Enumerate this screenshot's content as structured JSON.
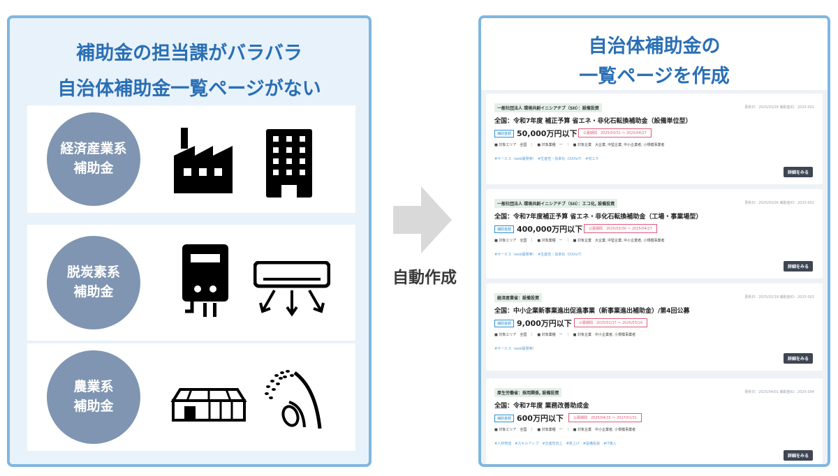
{
  "left": {
    "title_line1": "補助金の担当課がバラバラ",
    "title_line2": "自治体補助金一覧ページがない",
    "categories": [
      {
        "line1": "経済産業系",
        "line2": "補助金",
        "icons": [
          "factory-icon",
          "office-building-icon"
        ]
      },
      {
        "line1": "脱炭素系",
        "line2": "補助金",
        "icons": [
          "water-heater-icon",
          "air-conditioner-icon"
        ]
      },
      {
        "line1": "農業系",
        "line2": "補助金",
        "icons": [
          "greenhouse-icon",
          "rice-plant-icon"
        ]
      }
    ]
  },
  "arrow_label": "自動作成",
  "right": {
    "title_line1": "自治体補助金の",
    "title_line2": "一覧ページを作成",
    "cards": [
      {
        "tag": "一般社団法人 環境共創イニシアチブ（SII）：設備投資",
        "meta": "更新日：2025/03/26 補助金ID：2025-001",
        "title": "全国：令和7年度 補正予算 省エネ・非化石転換補助金（設備単位型）",
        "kind": "補助金額",
        "amount": "50,000万円以下",
        "period": "公募期間　2025/03/31 ～ 2025/04/27",
        "info": "■ 対象エリア　全国　｜　■ 対象業種　ー　｜　■ 対象企業　大企業, 中堅企業, 中小企業者, 小規模事業者",
        "links": "#サービス（web開発等）　#生産性・効率化（DX/IoT）　#省エネ",
        "button": "詳細をみる"
      },
      {
        "tag": "一般社団法人 環境共創イニシアチブ（SII）：エコ化, 設備投資",
        "meta": "更新日：2025/03/26 補助金ID：2025-002",
        "title": "全国：令和7年度補正予算 省エネ・非化石転換補助金（工場・事業場型）",
        "kind": "補助金額",
        "amount": "400,000万円以下",
        "period": "公募期間　2025/03/30 ～ 2025/04/27",
        "info": "■ 対象エリア　全国　｜　■ 対象業種　ー　｜　■ 対象企業　大企業, 中堅企業, 中小企業者, 小規模事業者",
        "links": "#サービス（web開発等）　#生産性・効率化（DX/IoT）",
        "button": "詳細をみる"
      },
      {
        "tag": "経済産業省：設備投資",
        "meta": "更新日：2025/02/18 補助金ID：2025-003",
        "title": "全国：中小企業新事業進出促進事業（新事業進出補助金）/第4回公募",
        "kind": "補助金額",
        "amount": "9,000万円以下",
        "period": "公募期間　2025/02/17 ～ 2025/03/19",
        "info": "■ 対象エリア　全国　｜　■ 対象業種　ー　｜　■ 対象企業　中小企業者, 小規模事業者",
        "links": "#サービス（web開発等）",
        "button": "詳細をみる"
      },
      {
        "tag": "厚生労働省：採用関係, 設備投資",
        "meta": "更新日：2025/04/01 補助金ID：2025-004",
        "title": "全国：令和7年度 業務改善助成金",
        "kind": "補助金額",
        "amount": "600万円以下",
        "period": "公募期間　2025/04/15 ～ 2027/01/31",
        "info": "■ 対象エリア　全国　｜　■ 対象業種　ー　｜　■ 対象企業　中小企業者, 小規模事業者",
        "links": "#人材育成　#スキルアップ　#生産性向上　#賃上げ　#設備投資　#IT導入",
        "button": "詳細をみる"
      }
    ]
  },
  "colors": {
    "accent_blue": "#2a6fb5",
    "panel_border": "#7fb6df",
    "circle_fill": "#7f95b2",
    "period_pink": "#e05a7a",
    "button_dark": "#3e4553"
  }
}
